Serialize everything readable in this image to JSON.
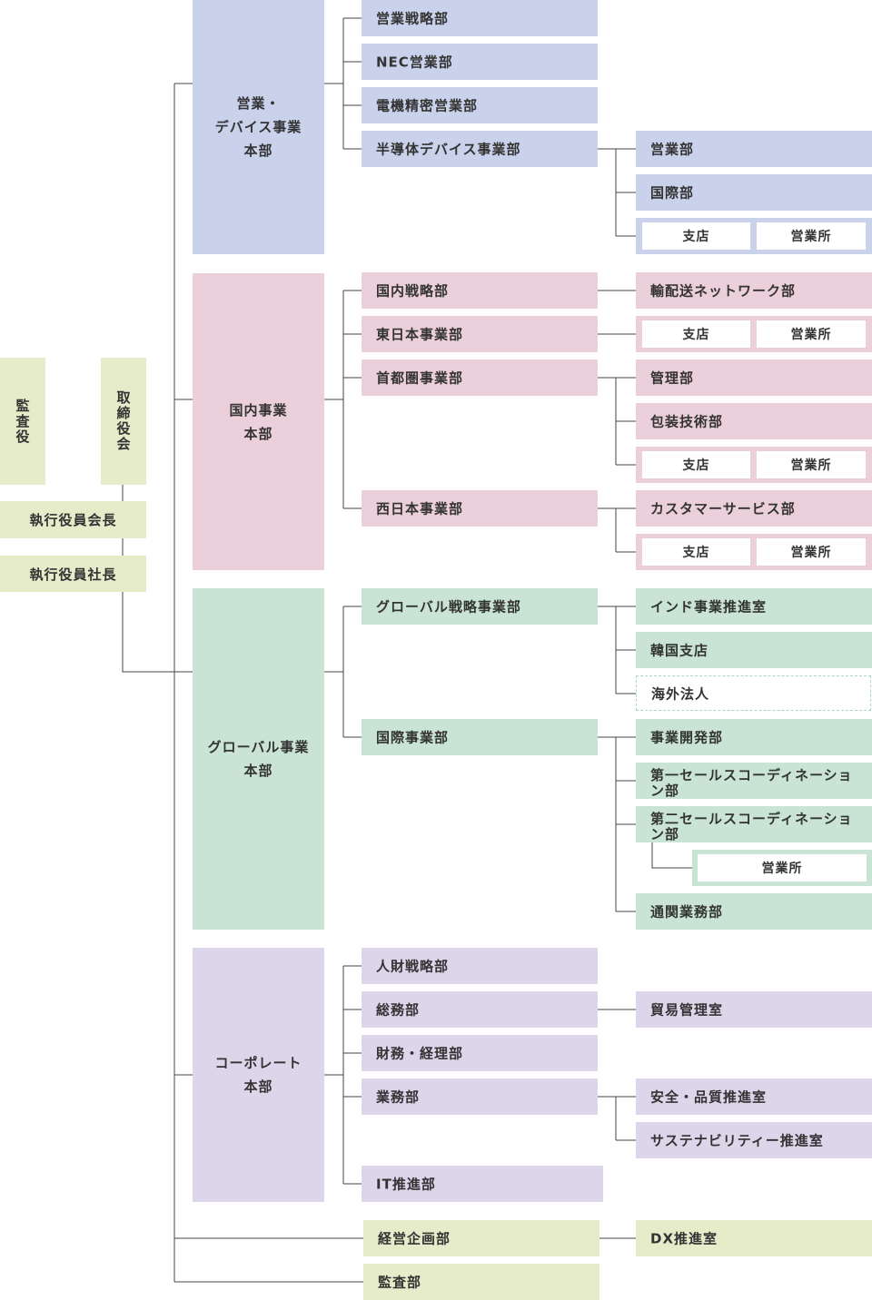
{
  "colors": {
    "sales_devices": "#c9d1eb",
    "domestic": "#ebcfda",
    "global": "#c9e4d4",
    "corporate": "#ddd5e9",
    "executive": "#e6ecc9",
    "connector": "#444444"
  },
  "executive": {
    "auditor": "監査役",
    "board": "取締役会",
    "chairman": "執行役員会長",
    "president": "執行役員社長"
  },
  "branch_labels": {
    "branch": "支店",
    "office": "営業所"
  },
  "hq": {
    "sales_devices": {
      "name_lines": [
        "営業・",
        "デバイス事業",
        "本部"
      ],
      "depts": [
        "営業戦略部",
        "NEC営業部",
        "電機精密営業部",
        "半導体デバイス事業部"
      ],
      "semiconductor_subs": [
        "営業部",
        "国際部"
      ]
    },
    "domestic": {
      "name_lines": [
        "国内事業",
        "本部"
      ],
      "depts": [
        "国内戦略部",
        "東日本事業部",
        "首都圏事業部",
        "西日本事業部"
      ],
      "strategy_sub": "輸配送ネットワーク部",
      "capital_subs": [
        "管理部",
        "包装技術部"
      ],
      "west_sub": "カスタマーサービス部"
    },
    "global": {
      "name_lines": [
        "グローバル事業",
        "本部"
      ],
      "depts": [
        "グローバル戦略事業部",
        "国際事業部"
      ],
      "strategy_subs": [
        "インド事業推進室",
        "韓国支店",
        "海外法人"
      ],
      "intl_subs": [
        "事業開発部",
        "第一セールスコーディネーション部",
        "第二セールスコーディネーション部",
        "通関業務部"
      ],
      "office": "営業所"
    },
    "corporate": {
      "name_lines": [
        "コーポレート",
        "本部"
      ],
      "depts": [
        "人財戦略部",
        "総務部",
        "財務・経理部",
        "業務部",
        "IT推進部"
      ],
      "general_sub": "貿易管理室",
      "ops_subs": [
        "安全・品質推進室",
        "サステナビリティー推進室"
      ]
    }
  },
  "direct": {
    "planning": "経営企画部",
    "planning_sub": "DX推進室",
    "audit": "監査部"
  }
}
